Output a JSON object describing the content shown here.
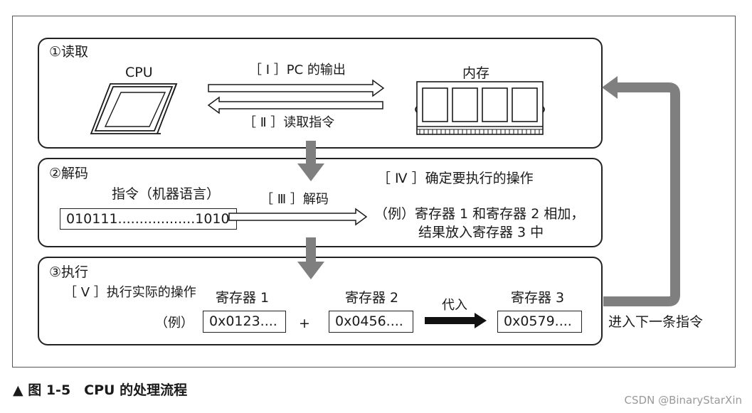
{
  "sections": {
    "read": {
      "title": "①读取",
      "cpu_label": "CPU",
      "memory_label": "内存",
      "step1": "［ Ⅰ ］PC 的输出",
      "step2": "［ Ⅱ ］读取指令"
    },
    "decode": {
      "title": "②解码",
      "instruction_label": "指令（机器语言）",
      "instruction_value": "010111..................1010",
      "step3": "［ Ⅲ ］解码",
      "step4": "［ Ⅳ ］确定要执行的操作",
      "example_line1": "（例）寄存器 1 和寄存器 2 相加，",
      "example_line2": "结果放入寄存器 3 中"
    },
    "execute": {
      "title": "③执行",
      "step5": "［ Ⅴ ］执行实际的操作",
      "example_prefix": "（例）",
      "reg1_label": "寄存器 1",
      "reg1_value": "0x0123....",
      "plus": "+",
      "reg2_label": "寄存器 2",
      "reg2_value": "0x0456....",
      "assign_label": "代入",
      "reg3_label": "寄存器 3",
      "reg3_value": "0x0579...."
    }
  },
  "loop_label": "进入下一条指令",
  "caption": "▲ 图 1-5　CPU 的处理流程",
  "watermark": "CSDN @BinaryStarXin",
  "colors": {
    "loop_arrow": "#7f7f7f",
    "flow_arrow": "#7f7f7f",
    "border": "#222222"
  }
}
